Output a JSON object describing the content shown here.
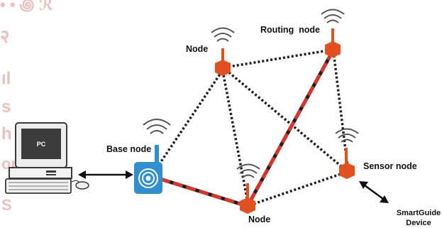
{
  "labels": {
    "node_top": "Node",
    "routing_node": "Routing  node",
    "base_node": "Base node",
    "node_bottom": "Node",
    "sensor_node": "Sensor node",
    "smartguide_line1": "SmartGuide",
    "smartguide_line2": "Device",
    "pc": "PC"
  },
  "colors": {
    "node_fill": "#e2501f",
    "route_red": "#d8352a",
    "link_dark": "#1e1e1e",
    "base_blue": "#2f8fcf",
    "watermark": "#e7b7b3"
  },
  "icons": {
    "computer": "desktop-pc-icon",
    "base_station": "wifi-router-icon",
    "node": "sensor-node-icon",
    "signal": "wifi-signal-icon",
    "arrow": "double-arrow-icon"
  }
}
